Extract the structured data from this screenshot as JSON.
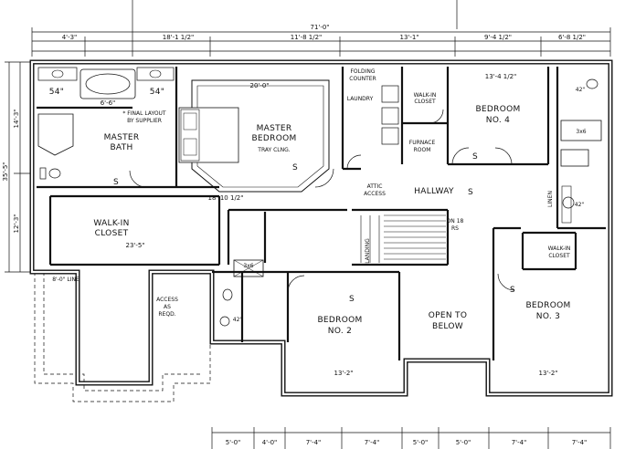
{
  "dimensions": {
    "overall_top": "71'-0\"",
    "top_segments": [
      "4'-3\"",
      "18'-1 1/2\"",
      "11'-8 1/2\"",
      "13'-1\"",
      "9'-4 1/2\"",
      "6'-8 1/2\""
    ],
    "left_overall": "35'-5\"",
    "left_segments": [
      "14'-3\"",
      "12'-3\""
    ],
    "bottom_segments": [
      "5'-0\"",
      "4'-0\"",
      "7'-4\"",
      "7'-4\"",
      "5'-0\"",
      "5'-0\"",
      "7'-4\"",
      "7'-4\""
    ]
  },
  "rooms": {
    "master_bedroom": "MASTER\nBEDROOM",
    "master_bedroom_note": "TRAY CLNG.",
    "master_bedroom_dim": "20'-0\"",
    "master_bedroom_height": "18'-10 1/2\"",
    "master_bath": "MASTER\nBATH",
    "final_layout": "* FINAL LAYOUT\nBY SUPPLIER",
    "walk_in_closet": "WALK-IN\nCLOSET",
    "walk_in_closet_dim": "23'-5\"",
    "folding_counter": "FOLDING\nCOUNTER",
    "laundry": "LAUNDRY",
    "walk_in_closet_small": "WALK-IN\nCLOSET",
    "furnace_room": "FURNACE\nROOM",
    "bedroom4": "BEDROOM\nNO. 4",
    "bedroom4_dim": "13'-4 1/2\"",
    "attic_access": "ATTIC\nACCESS",
    "hallway": "HALLWAY",
    "stair_note": "DN 18\nRS",
    "landing": "LANDING",
    "linen": "LINEN",
    "bedroom2": "BEDROOM\nNO. 2",
    "bedroom2_dim": "13'-2\"",
    "open_below": "OPEN TO\nBELOW",
    "bedroom3": "BEDROOM\nNO. 3",
    "bedroom3_dim": "13'-2\"",
    "access_note": "ACCESS\nAS\nREQD.",
    "line_note": "8'-0\" LINE",
    "walkin_closet_b3": "WALK-IN\nCLOSET"
  },
  "fixtures": {
    "tub_size": "6'-6\"",
    "vanity_left": "54\"",
    "vanity_right": "54\"",
    "shower_3x6": "3x6",
    "shower_3x5": "3x6",
    "bath_42": "42\"",
    "bath_42b": "42\"",
    "bath_42c": "42\""
  },
  "misc_labels": [
    "S",
    "S",
    "S",
    "S",
    "S",
    "S"
  ]
}
